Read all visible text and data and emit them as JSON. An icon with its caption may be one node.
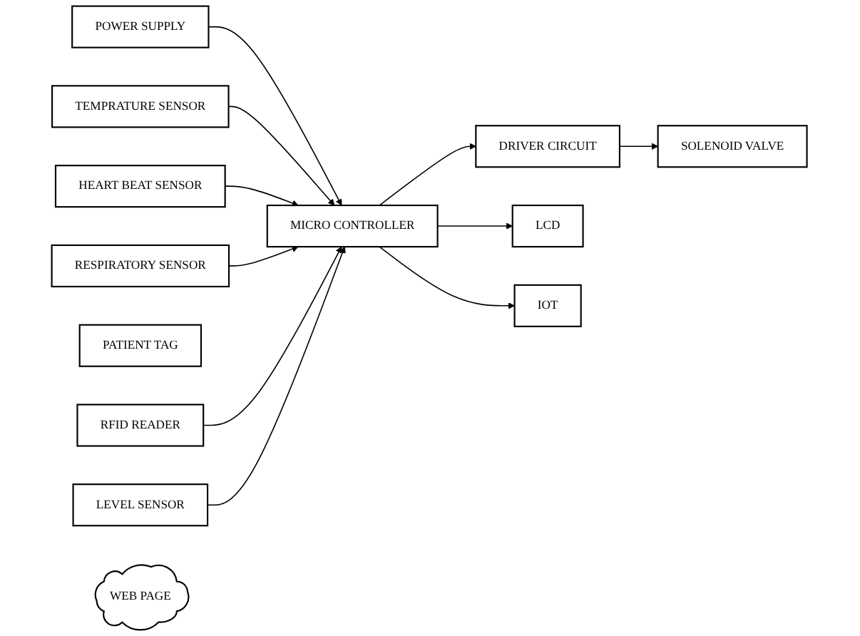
{
  "diagram": {
    "nodes": [
      {
        "text": [
          "POWER SUPPLY"
        ]
      },
      {
        "text": [
          "TEMPRATURE SENSOR"
        ]
      },
      {
        "text": [
          "HEART BEAT SENSOR"
        ]
      },
      {
        "text": [
          "RESPIRATORY SENSOR"
        ]
      },
      {
        "text": [
          "PATIENT TAG"
        ]
      },
      {
        "text": [
          "RFID READER"
        ]
      },
      {
        "text": [
          "LEVEL SENSOR"
        ]
      },
      {
        "text": [
          "MICRO CONTROLLER"
        ]
      },
      {
        "text": [
          "DRIVER CIRCUIT"
        ]
      },
      {
        "text": [
          "SOLENOID VALVE"
        ]
      },
      {
        "text": [
          "LCD"
        ]
      },
      {
        "text": [
          "IOT"
        ]
      },
      {
        "text": [
          "WEB PAGE"
        ]
      }
    ],
    "edges": [
      {
        "from": 0,
        "to": 7,
        "arrow": "to"
      },
      {
        "from": 1,
        "to": 7,
        "arrow": "to"
      },
      {
        "from": 2,
        "to": 7,
        "arrow": "to"
      },
      {
        "from": 3,
        "to": 7,
        "arrow": "to"
      },
      {
        "from": 5,
        "to": 7,
        "arrow": "to"
      },
      {
        "from": 6,
        "to": 7,
        "arrow": "to"
      },
      {
        "from": 7,
        "to": 8,
        "arrow": "to"
      },
      {
        "from": 8,
        "to": 9,
        "arrow": "to"
      },
      {
        "from": 7,
        "to": 10,
        "arrow": "to"
      },
      {
        "from": 7,
        "to": 11,
        "arrow": "to"
      }
    ]
  }
}
